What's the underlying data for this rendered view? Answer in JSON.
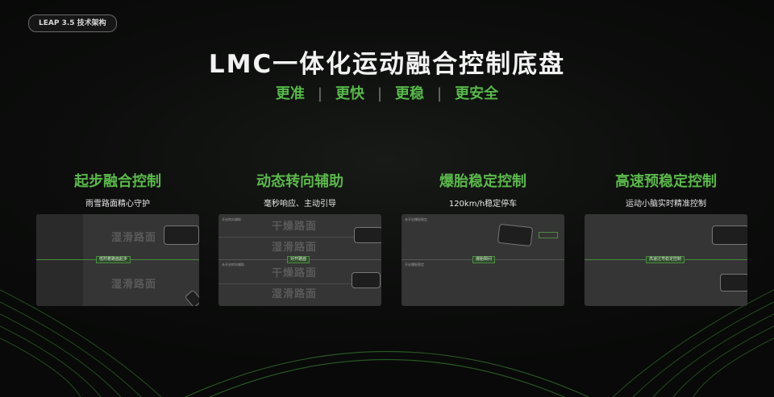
{
  "badge": "LEAP 3.5 技术架构",
  "title": "LMC一体化运动融合控制底盘",
  "subtitle": [
    "更准",
    "更快",
    "更稳",
    "更安全"
  ],
  "features": [
    {
      "title": "起步融合控制",
      "desc": "雨雪路面精心守护",
      "panel": {
        "road_labels": [
          "湿滑路面",
          "湿滑路面"
        ],
        "tag": "低附着路面起步",
        "tiny": []
      }
    },
    {
      "title": "动态转向辅助",
      "desc": "毫秒响应、主动引导",
      "panel": {
        "road_labels": [
          "干燥路面",
          "湿滑路面",
          "干燥路面",
          "湿滑路面"
        ],
        "tag": "对开路面",
        "tiny": [
          "开启转向辅助",
          "未开启转向辅助"
        ]
      }
    },
    {
      "title": "爆胎稳定控制",
      "desc": "120km/h稳定停车",
      "panel": {
        "road_labels": [],
        "tag": "爆胎瞬间",
        "tiny": [
          "未开启爆胎稳定",
          "开启爆胎稳定"
        ]
      }
    },
    {
      "title": "高速预稳定控制",
      "desc": "运动小脑实时精准控制",
      "panel": {
        "road_labels": [],
        "tag": "高速过弯稳定控制",
        "tiny": []
      }
    }
  ]
}
